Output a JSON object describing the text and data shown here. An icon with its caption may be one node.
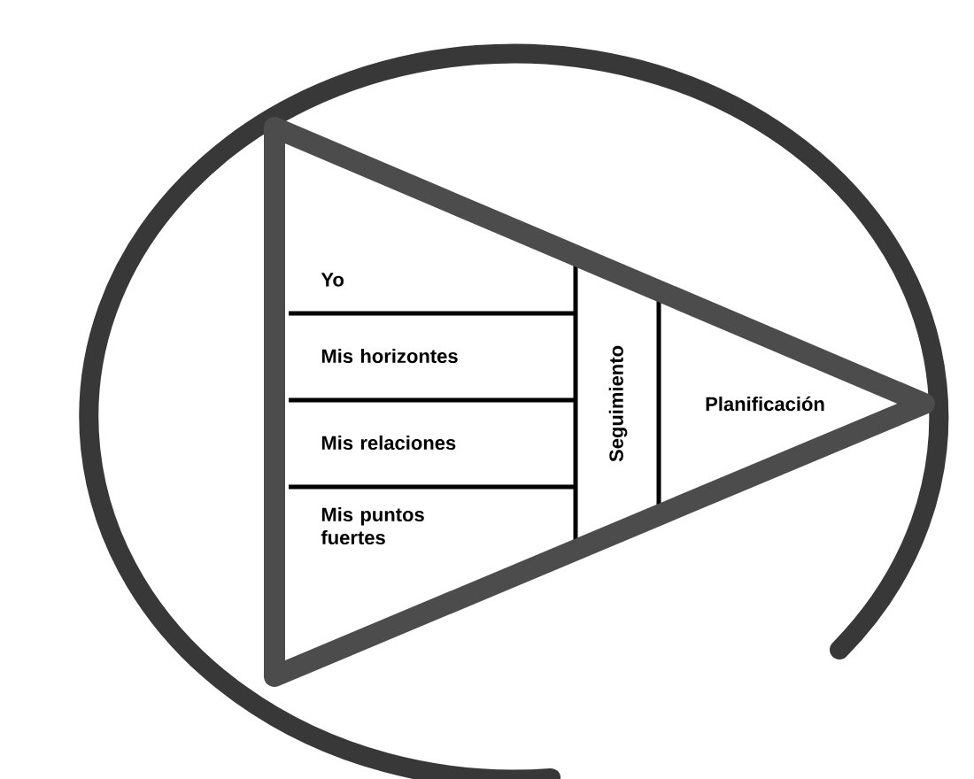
{
  "diagram": {
    "nodes": [
      {
        "text": [],
        "shape": "triangle"
      },
      {
        "text": [
          "Yo"
        ],
        "in": 0
      },
      {
        "text": [
          "Mis horizontes"
        ],
        "in": 0
      },
      {
        "text": [
          "Mis relaciones"
        ],
        "in": 0
      },
      {
        "text": [
          "Mis puntos fuertes"
        ],
        "in": 0
      },
      {
        "text": [
          "Seguimiento"
        ],
        "in": 0
      },
      {
        "text": [
          "Planificación"
        ],
        "in": 0
      }
    ]
  }
}
